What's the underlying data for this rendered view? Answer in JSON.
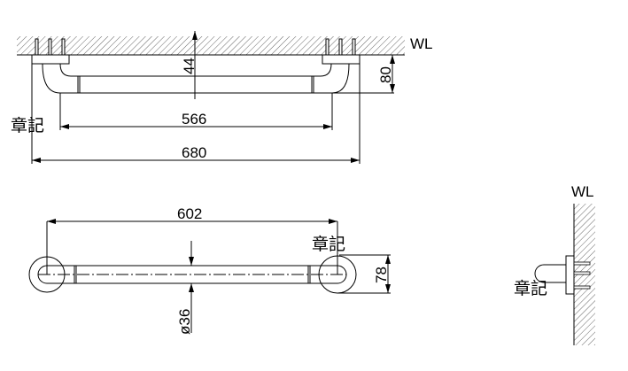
{
  "labels": {
    "wall_line": "WL",
    "stamp": "章記"
  },
  "front_view": {
    "dim_height_offset": "44",
    "dim_projection": "80",
    "dim_inner": "566",
    "dim_overall": "680"
  },
  "plan_view": {
    "dim_centers": "602",
    "dim_diameter": "ø36",
    "dim_flange": "78"
  },
  "side_view": {
    "wall_label": "WL"
  }
}
